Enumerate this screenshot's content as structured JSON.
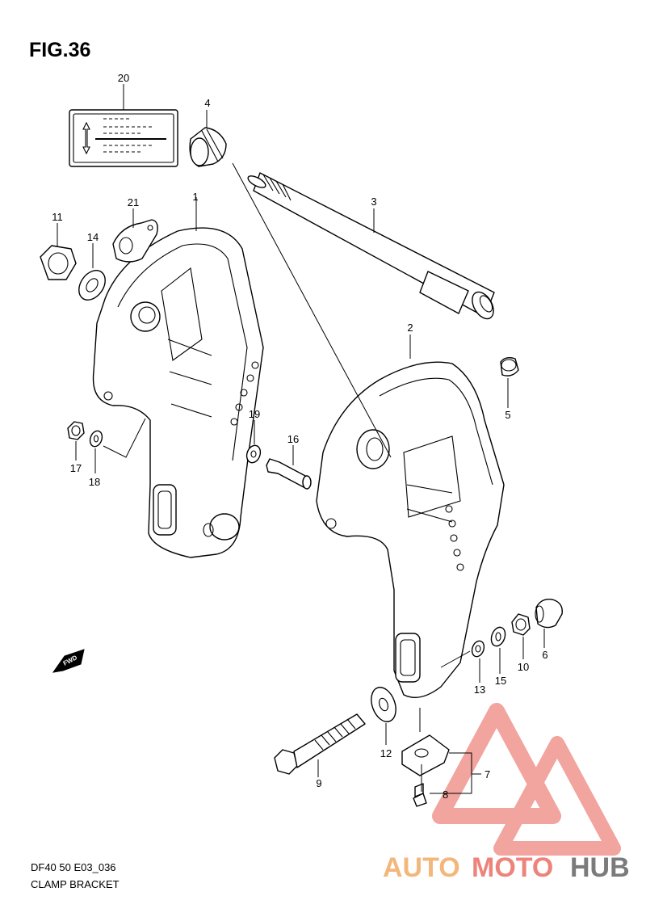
{
  "figure": {
    "title": "FIG.36",
    "code": "DF40 50 E03_036",
    "caption": "CLAMP BRACKET"
  },
  "fwd_label": "FWD",
  "callouts": [
    "1",
    "2",
    "3",
    "4",
    "5",
    "6",
    "7",
    "8",
    "9",
    "10",
    "11",
    "12",
    "13",
    "14",
    "15",
    "16",
    "17",
    "18",
    "19",
    "20",
    "21"
  ],
  "watermark": {
    "part1": "AUTO",
    "part2": "MOTO",
    "part3": "HUB",
    "colors": {
      "red": "#e85a4f",
      "orange": "#f0a050",
      "dark": "#505050"
    }
  }
}
